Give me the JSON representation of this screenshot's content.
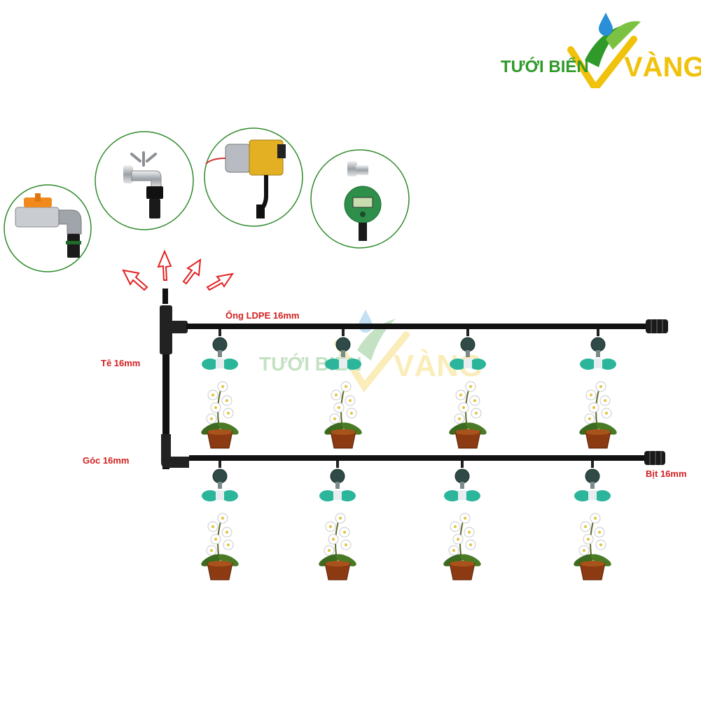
{
  "brand": {
    "logo_text": "TƯỚI BIỂN",
    "logo_accent": "VÀNG",
    "green": "#2f9a2a",
    "yellow": "#f0c20c",
    "drop_blue": "#2a8fd6"
  },
  "labels": {
    "pipe": "Ống LDPE  16mm",
    "tee": "Tê 16mm",
    "elbow": "Góc 16mm",
    "end_cap": "Bịt 16mm",
    "label_color": "#d42020"
  },
  "sources": [
    {
      "name": "ball-valve-source",
      "icon": "ball-valve-icon"
    },
    {
      "name": "faucet-source",
      "icon": "faucet-icon"
    },
    {
      "name": "pump-source",
      "icon": "pump-icon"
    },
    {
      "name": "timer-source",
      "icon": "timer-icon"
    }
  ],
  "rows": [
    {
      "pots": 4
    },
    {
      "pots": 4
    }
  ]
}
